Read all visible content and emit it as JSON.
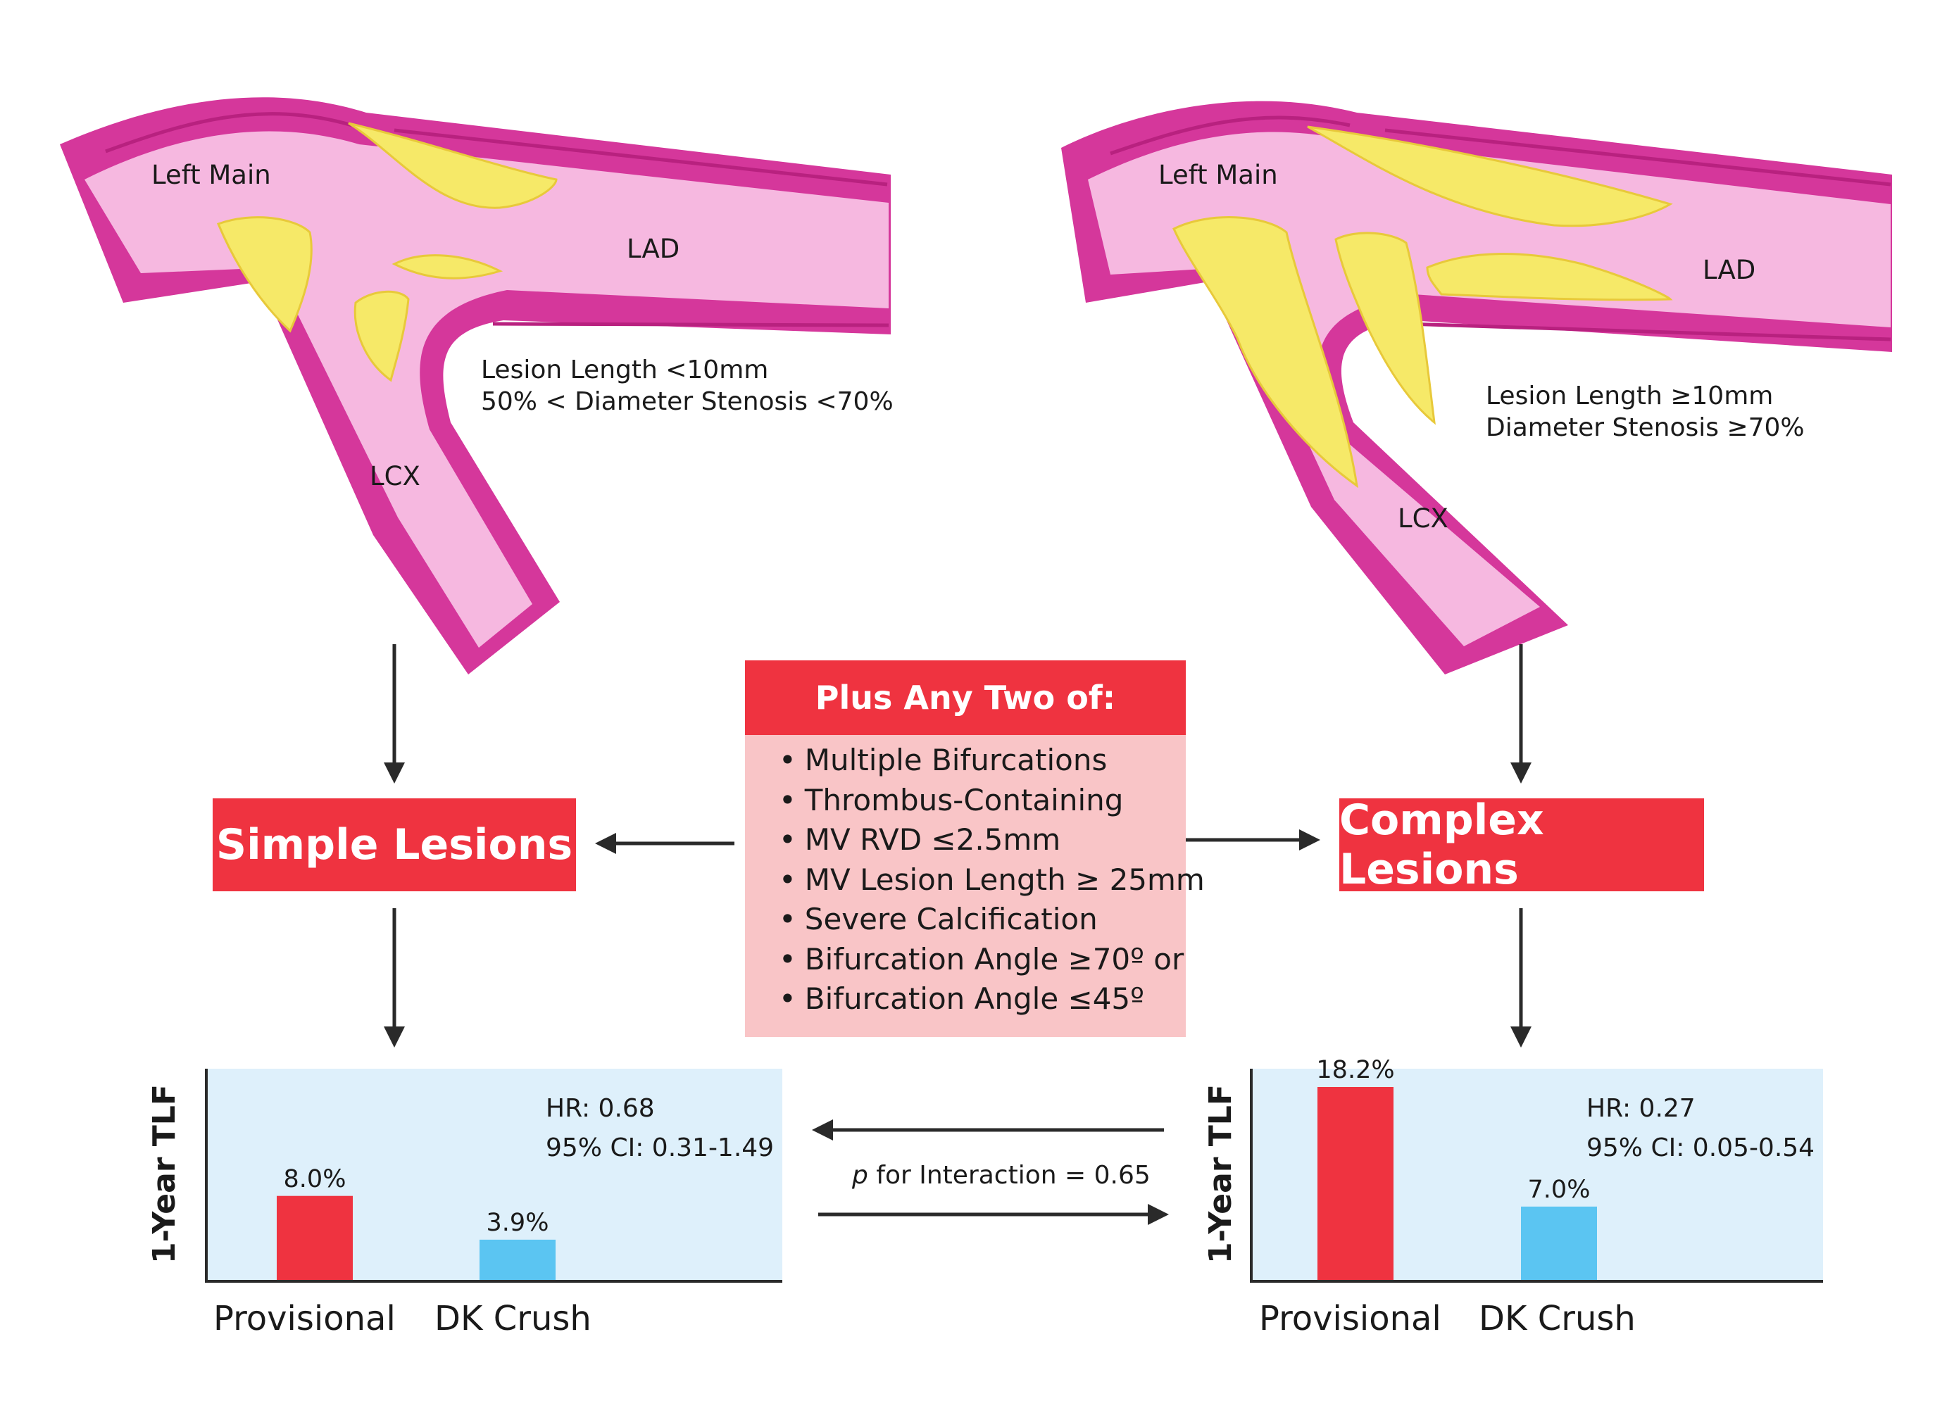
{
  "left_vessel": {
    "labels": {
      "left_main": "Left Main",
      "lad": "LAD",
      "lcx": "LCX"
    },
    "criteria": [
      "Lesion Length <10mm",
      "50% < Diameter Stenosis <70%"
    ]
  },
  "right_vessel": {
    "labels": {
      "left_main": "Left Main",
      "lad": "LAD",
      "lcx": "LCX"
    },
    "criteria": [
      "Lesion Length ≥10mm",
      "Diameter Stenosis ≥70%"
    ]
  },
  "simple_label": "Simple Lesions",
  "complex_label": "Complex Lesions",
  "plus_box": {
    "title": "Plus Any Two of:",
    "items": [
      "Multiple Bifurcations",
      "Thrombus-Containing",
      "MV RVD ≤2.5mm",
      "MV Lesion Length ≥ 25mm",
      "Severe Calcification",
      "Bifurcation Angle ≥70º or",
      "Bifurcation Angle ≤45º"
    ]
  },
  "interaction": {
    "italic": "p",
    "text": " for Interaction = 0.65"
  },
  "colors": {
    "red": "#ef3340",
    "pink_box": "#f9c5c7",
    "panel": "#def0fb",
    "blue_bar": "#5bc5f2",
    "vessel_wall": "#d5379b",
    "vessel_lumen": "#f6b8e0",
    "plaque": "#f6e968"
  },
  "chart_data": [
    {
      "type": "bar",
      "ylabel": "1-Year TLF",
      "categories": [
        "Provisional",
        "DK Crush"
      ],
      "values": [
        8.0,
        3.9
      ],
      "value_labels": [
        "8.0%",
        "3.9%"
      ],
      "annotations": [
        "HR: 0.68",
        "95% CI: 0.31-1.49"
      ],
      "grid": false
    },
    {
      "type": "bar",
      "ylabel": "1-Year TLF",
      "categories": [
        "Provisional",
        "DK Crush"
      ],
      "values": [
        18.2,
        7.0
      ],
      "value_labels": [
        "18.2%",
        "7.0%"
      ],
      "annotations": [
        "HR: 0.27",
        "95% CI: 0.05-0.54"
      ],
      "grid": false
    }
  ]
}
